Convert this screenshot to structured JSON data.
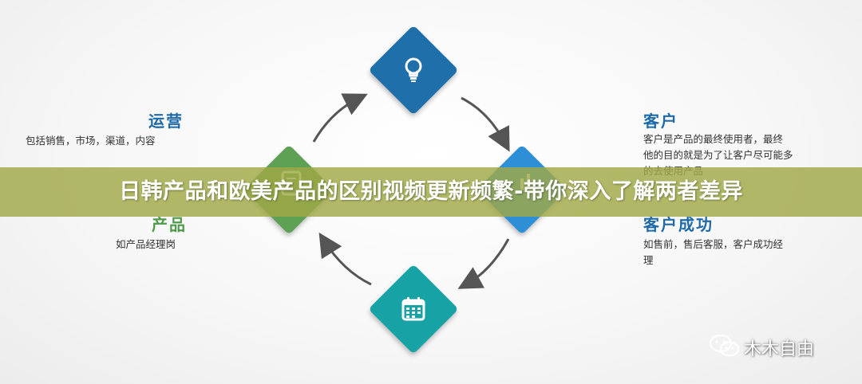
{
  "nodes": {
    "top": {
      "icon": "lightbulb-icon",
      "color": "#1f6fab"
    },
    "left": {
      "icon": "document-icon",
      "color": "#5ea155"
    },
    "right": {
      "icon": "chart-icon",
      "color": "#2f8fd6"
    },
    "bottom": {
      "icon": "calendar-icon",
      "color": "#17a2a6"
    }
  },
  "sections": {
    "operations": {
      "title": "运营",
      "desc": "包括销售，市场，渠道，内容"
    },
    "product": {
      "title": "产品",
      "desc": "如产品经理岗"
    },
    "customer": {
      "title": "客户",
      "desc_lines": [
        "客户是产品的最终使用者，最终",
        "他的目的就是为了让客户尽可能多",
        "的去使用产品"
      ]
    },
    "success": {
      "title": "客户成功",
      "desc_lines": [
        "如售前，售后客服，客户成功经",
        "理"
      ]
    }
  },
  "banner": {
    "title": "日韩产品和欧美产品的区别视频更新频繁-带你深入了解两者差异",
    "color": "#a0a846"
  },
  "watermark": {
    "text": "木木自由",
    "icon": "wechat-icon"
  }
}
